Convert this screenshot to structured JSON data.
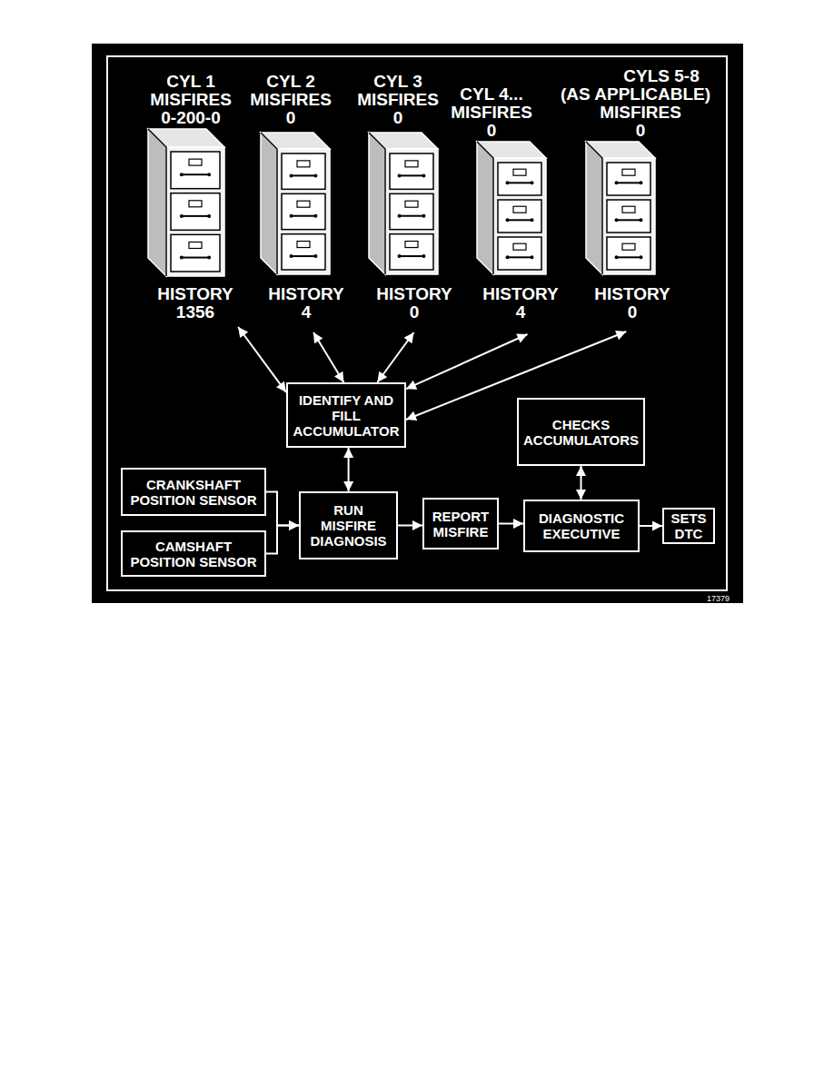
{
  "diagram": {
    "nodes": [
      {
        "text": [
          "CYL 1 MISFIRES 0-200-0",
          "HISTORY 1356"
        ]
      },
      {
        "text": [
          "CYL 2 MISFIRES 0",
          "HISTORY 4"
        ]
      },
      {
        "text": [
          "CYL 3 MISFIRES 0",
          "HISTORY 0"
        ]
      },
      {
        "text": [
          "CYL 4... MISFIRES 0",
          "HISTORY 4"
        ]
      },
      {
        "text": [
          "CYLS 5-8",
          "(AS APPLICABLE)",
          "MISFIRES 0",
          "HISTORY 0"
        ]
      },
      {
        "text": [
          "IDENTIFY AND FILL ACCUMULATOR"
        ]
      },
      {
        "text": [
          "CHECKS ACCUMULATORS"
        ]
      },
      {
        "text": [
          "CRANKSHAFT POSITION SENSOR"
        ]
      },
      {
        "text": [
          "CAMSHAFT POSITION SENSOR"
        ]
      },
      {
        "text": [
          "RUN MISFIRE DIAGNOSIS"
        ]
      },
      {
        "text": [
          "REPORT MISFIRE"
        ]
      },
      {
        "text": [
          "DIAGNOSTIC EXECUTIVE"
        ]
      },
      {
        "text": [
          "SETS DTC"
        ]
      }
    ],
    "edges": [
      {
        "from": 0,
        "to": 5,
        "arrow": "both"
      },
      {
        "from": 1,
        "to": 5,
        "arrow": "both"
      },
      {
        "from": 2,
        "to": 5,
        "arrow": "both"
      },
      {
        "from": 3,
        "to": 5,
        "arrow": "both"
      },
      {
        "from": 4,
        "to": 5,
        "arrow": "both"
      },
      {
        "from": 5,
        "to": 9,
        "arrow": "both"
      },
      {
        "from": 7,
        "to": 9,
        "arrow": "to"
      },
      {
        "from": 8,
        "to": 9,
        "arrow": "to"
      },
      {
        "from": 9,
        "to": 10,
        "arrow": "to"
      },
      {
        "from": 10,
        "to": 11,
        "arrow": "to"
      },
      {
        "from": 6,
        "to": 11,
        "arrow": "both"
      },
      {
        "from": 11,
        "to": 12,
        "arrow": "to"
      }
    ],
    "labels": [
      "17379"
    ]
  }
}
